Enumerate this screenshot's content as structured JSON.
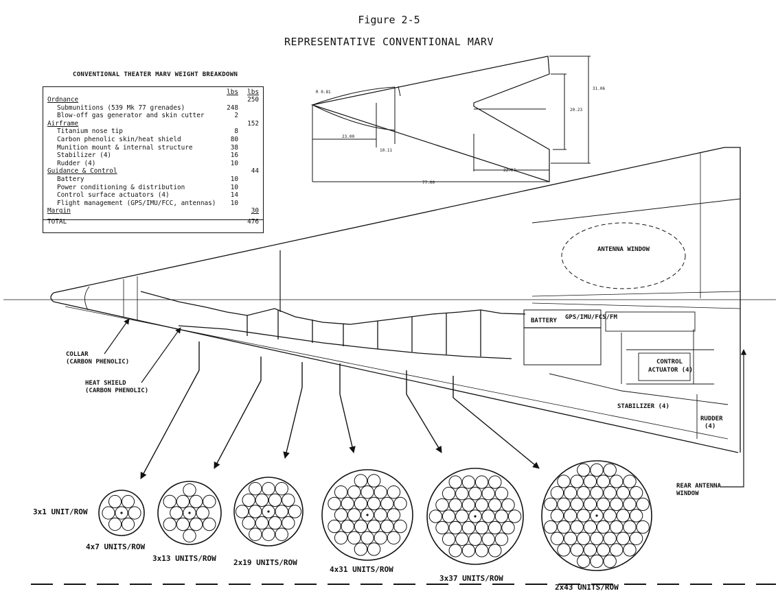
{
  "figure": {
    "number": "Figure 2-5",
    "title": "REPRESENTATIVE CONVENTIONAL MARV"
  },
  "weight_table": {
    "heading": "CONVENTIONAL THEATER MARV WEIGHT BREAKDOWN",
    "header": {
      "label": "",
      "col1": "lbs",
      "col2": "lbs"
    },
    "rows": [
      {
        "label": "Ordnance",
        "col1": "",
        "col2": "250",
        "kind": "cat"
      },
      {
        "label": "Submunitions (539 Mk 77 grenades)",
        "col1": "248",
        "col2": "",
        "kind": "sub"
      },
      {
        "label": "Blow-off gas generator and skin cutter",
        "col1": "2",
        "col2": "",
        "kind": "sub"
      },
      {
        "label": "Airframe",
        "col1": "",
        "col2": "152",
        "kind": "cat"
      },
      {
        "label": "Titanium nose tip",
        "col1": "8",
        "col2": "",
        "kind": "sub"
      },
      {
        "label": "Carbon phenolic skin/heat shield",
        "col1": "80",
        "col2": "",
        "kind": "sub"
      },
      {
        "label": "Munition mount & internal structure",
        "col1": "38",
        "col2": "",
        "kind": "sub"
      },
      {
        "label": "Stabilizer (4)",
        "col1": "16",
        "col2": "",
        "kind": "sub"
      },
      {
        "label": "Rudder (4)",
        "col1": "10",
        "col2": "",
        "kind": "sub"
      },
      {
        "label": "Guidance & Control",
        "col1": "",
        "col2": "44",
        "kind": "cat"
      },
      {
        "label": "Battery",
        "col1": "10",
        "col2": "",
        "kind": "sub"
      },
      {
        "label": "Power conditioning & distribution",
        "col1": "10",
        "col2": "",
        "kind": "sub"
      },
      {
        "label": "Control surface actuators (4)",
        "col1": "14",
        "col2": "",
        "kind": "sub"
      },
      {
        "label": "Flight management (GPS/IMU/FCC, antennas)",
        "col1": "10",
        "col2": "",
        "kind": "sub"
      },
      {
        "label": "Margin",
        "col1": "",
        "col2": "30",
        "kind": "cat"
      },
      {
        "label": "TOTAL",
        "col1": "",
        "col2": "476",
        "kind": "total"
      }
    ]
  },
  "dimensions": {
    "nose_radius": "R 0.81",
    "d1": "23.00",
    "d2": "10.11",
    "d3": "22.07",
    "overall_length": "77.00",
    "h1": "31.06",
    "h2": "20.23"
  },
  "callouts": {
    "antenna_window": "ANTENNA WINDOW",
    "battery": "BATTERY",
    "gps": "GPS/IMU/FCS/FM",
    "collar_1": "COLLAR",
    "collar_2": "(CARBON PHENOLIC)",
    "heat_shield_1": "HEAT SHIELD",
    "heat_shield_2": "(CARBON PHENOLIC)",
    "control_actuator_1": "CONTROL",
    "control_actuator_2": "ACTUATOR (4)",
    "stabilizer": "STABILIZER (4)",
    "rudder_1": "RUDDER",
    "rudder_2": "(4)",
    "rear_antenna_1": "REAR ANTENNA",
    "rear_antenna_2": "WINDOW"
  },
  "bundles": [
    {
      "label": "4x7 UNITS/ROW",
      "side_label": "3x1 UNIT/ROW"
    },
    {
      "label": "3x13 UNITS/ROW"
    },
    {
      "label": "2x19 UNITS/ROW"
    },
    {
      "label": "4x31 UNITS/ROW"
    },
    {
      "label": "3x37 UNITS/ROW"
    },
    {
      "label": "2x43 UNITS/ROW"
    }
  ]
}
